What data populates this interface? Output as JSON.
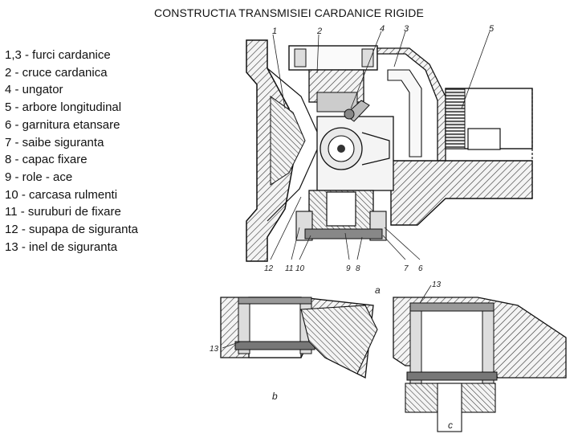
{
  "title": "CONSTRUCTIA TRANSMISIEI CARDANICE RIGIDE",
  "legend": [
    "1,3 - furci cardanice",
    "2 - cruce cardanica",
    "4 - ungator",
    "5 - arbore longitudinal",
    "6 - garnitura etansare",
    "7 - saibe siguranta",
    "8 - capac fixare",
    "9 - role - ace",
    "10 - carcasa rulmenti",
    "11 - suruburi de fixare",
    "12 - supapa de siguranta",
    "13 - inel de siguranta"
  ],
  "figure": {
    "callouts_top": [
      "1",
      "2",
      "4",
      "3",
      "5"
    ],
    "callouts_bottom": [
      "12",
      "11",
      "10",
      "9",
      "8",
      "7",
      "6"
    ],
    "callout_13_b": "13",
    "callout_13_c": "13",
    "view_labels": [
      "a",
      "b",
      "c"
    ]
  }
}
